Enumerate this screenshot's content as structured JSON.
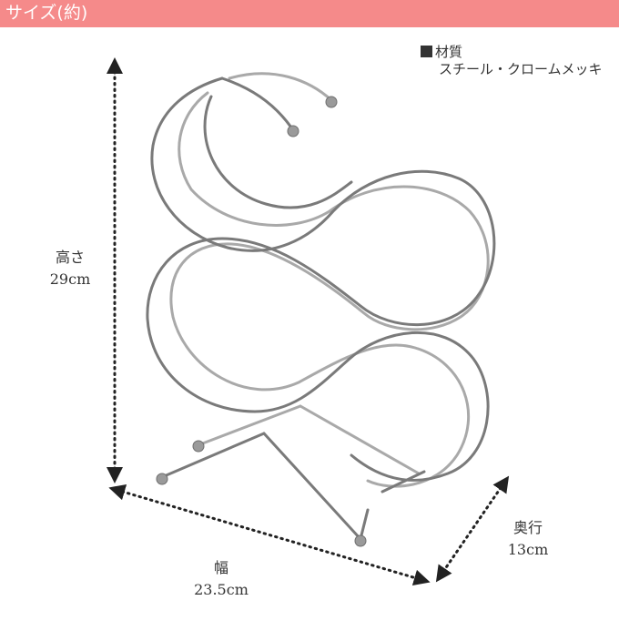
{
  "header": {
    "title": "サイズ(約)",
    "bg_color": "#f58a8a"
  },
  "material": {
    "heading": "材質",
    "value": "スチール・クロームメッキ"
  },
  "dimensions": {
    "height": {
      "label": "高さ",
      "value": "29cm"
    },
    "width": {
      "label": "幅",
      "value": "23.5cm"
    },
    "depth": {
      "label": "奥行",
      "value": "13cm"
    }
  },
  "product": {
    "icon": "wine-rack-illustration"
  }
}
